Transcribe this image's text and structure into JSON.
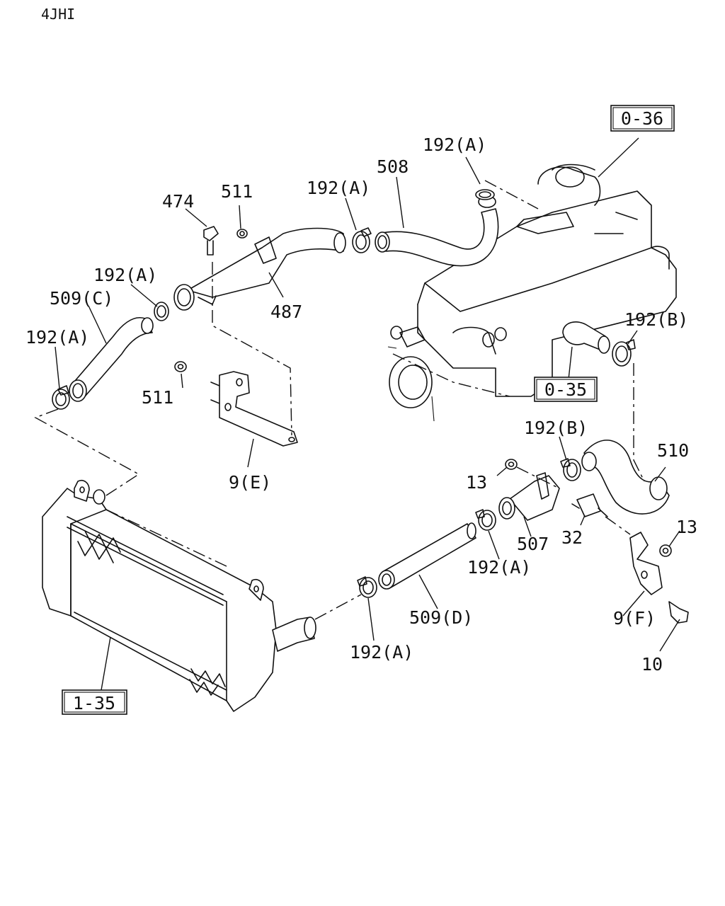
{
  "header": {
    "model_code": "4JHI"
  },
  "references": {
    "ref_0_36": "0-36",
    "ref_0_35": "0-35",
    "ref_1_35": "1-35"
  },
  "labels": {
    "p474": "474",
    "p511_top": "511",
    "p192a_top_left": "192(A)",
    "p508": "508",
    "p192a_top_right": "192(A)",
    "p192a_left_upper": "192(A)",
    "p509c": "509(C)",
    "p487": "487",
    "p192a_left_lower": "192(A)",
    "p192b_right": "192(B)",
    "p511_mid": "511",
    "p9e": "9(E)",
    "p192b_mid": "192(B)",
    "p510": "510",
    "p13_left": "13",
    "p13_right": "13",
    "p507": "507",
    "p32": "32",
    "p192a_mid": "192(A)",
    "p509d": "509(D)",
    "p9f": "9(F)",
    "p192a_bottom": "192(A)",
    "p10": "10"
  }
}
